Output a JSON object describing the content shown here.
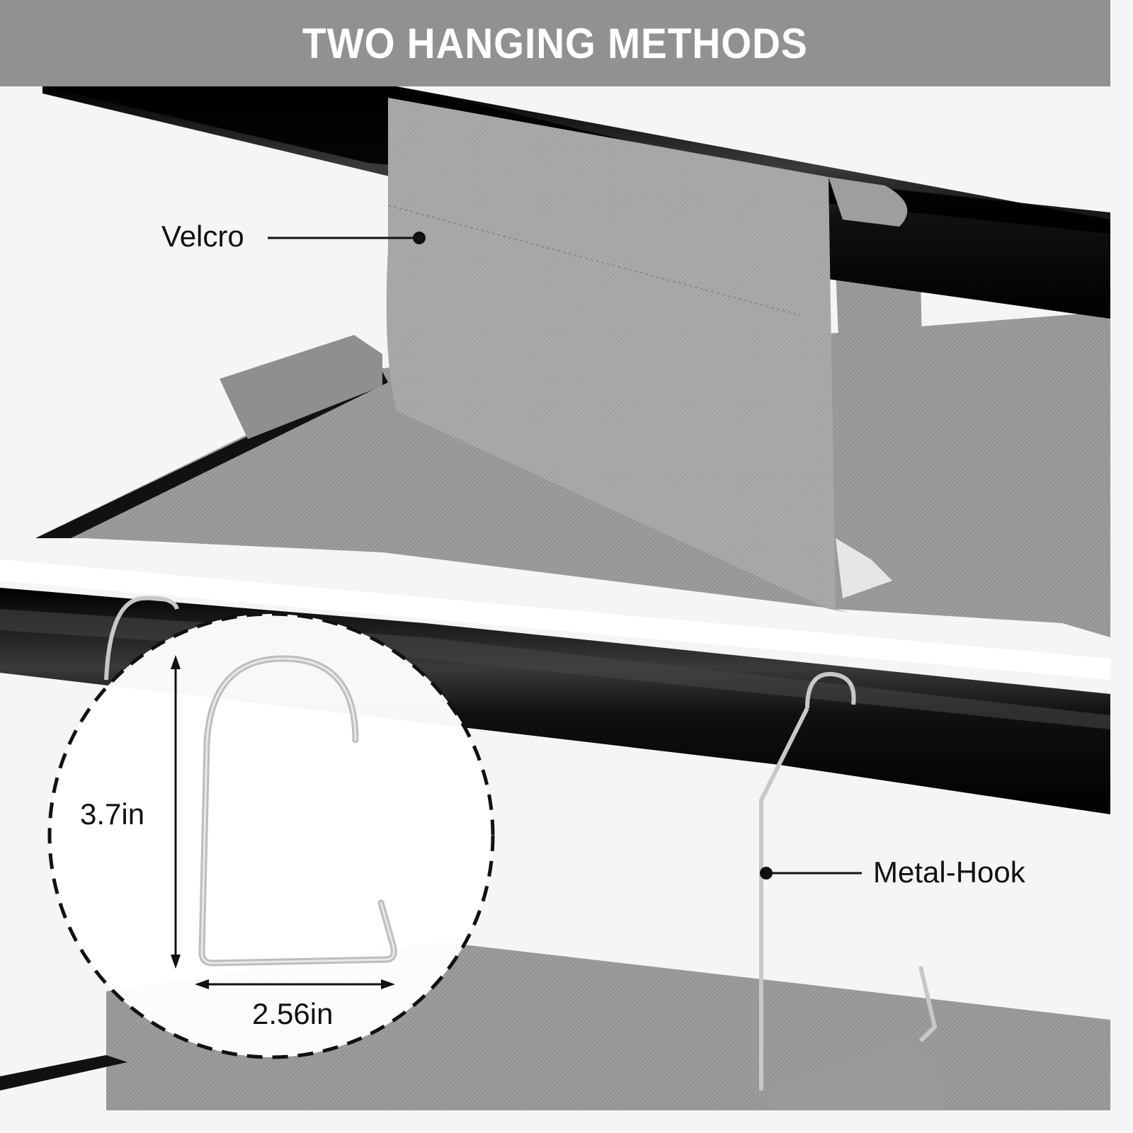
{
  "header": {
    "title": "TWO HANGING METHODS",
    "background_color": "#919191",
    "text_color": "#ffffff"
  },
  "callouts": [
    {
      "id": "velcro",
      "label": "Velcro"
    },
    {
      "id": "metal-hook",
      "label": "Metal-Hook"
    }
  ],
  "hook_detail": {
    "height_label": "3.7in",
    "width_label": "2.56in"
  },
  "colors": {
    "rod": "#111111",
    "fabric": "#a6a6a6",
    "fabric_dark": "#8c8c8c",
    "background": "#f5f5f5",
    "hook_metal": "#c8c8c8"
  }
}
